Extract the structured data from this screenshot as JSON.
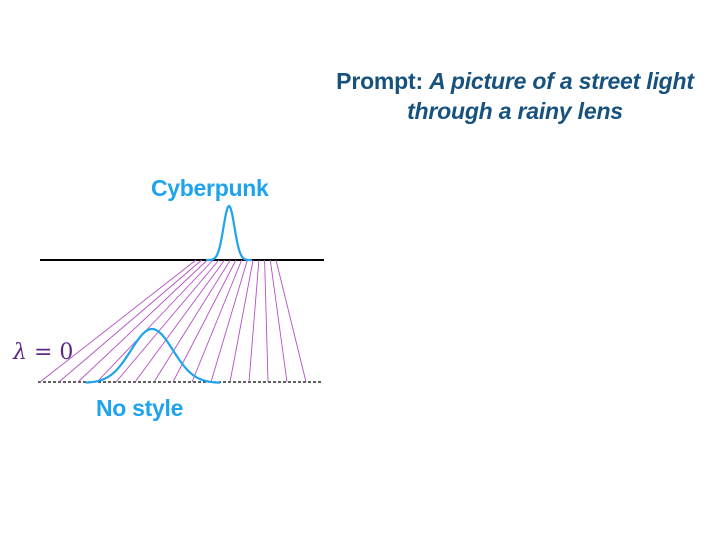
{
  "prompt": {
    "label": "Prompt:",
    "text_line1": "A picture of a street light",
    "text_line2": "through a rainy lens"
  },
  "labels": {
    "top_distribution": "Cyberpunk",
    "bottom_distribution": "No style",
    "lambda_symbol": "λ",
    "lambda_equals": "= 0"
  },
  "colors": {
    "curve": "#1fa3ec",
    "mapping_lines": "#b44fc4",
    "prompt_text": "#17527f",
    "axis": "#000000",
    "lambda": "#5b2a86"
  }
}
